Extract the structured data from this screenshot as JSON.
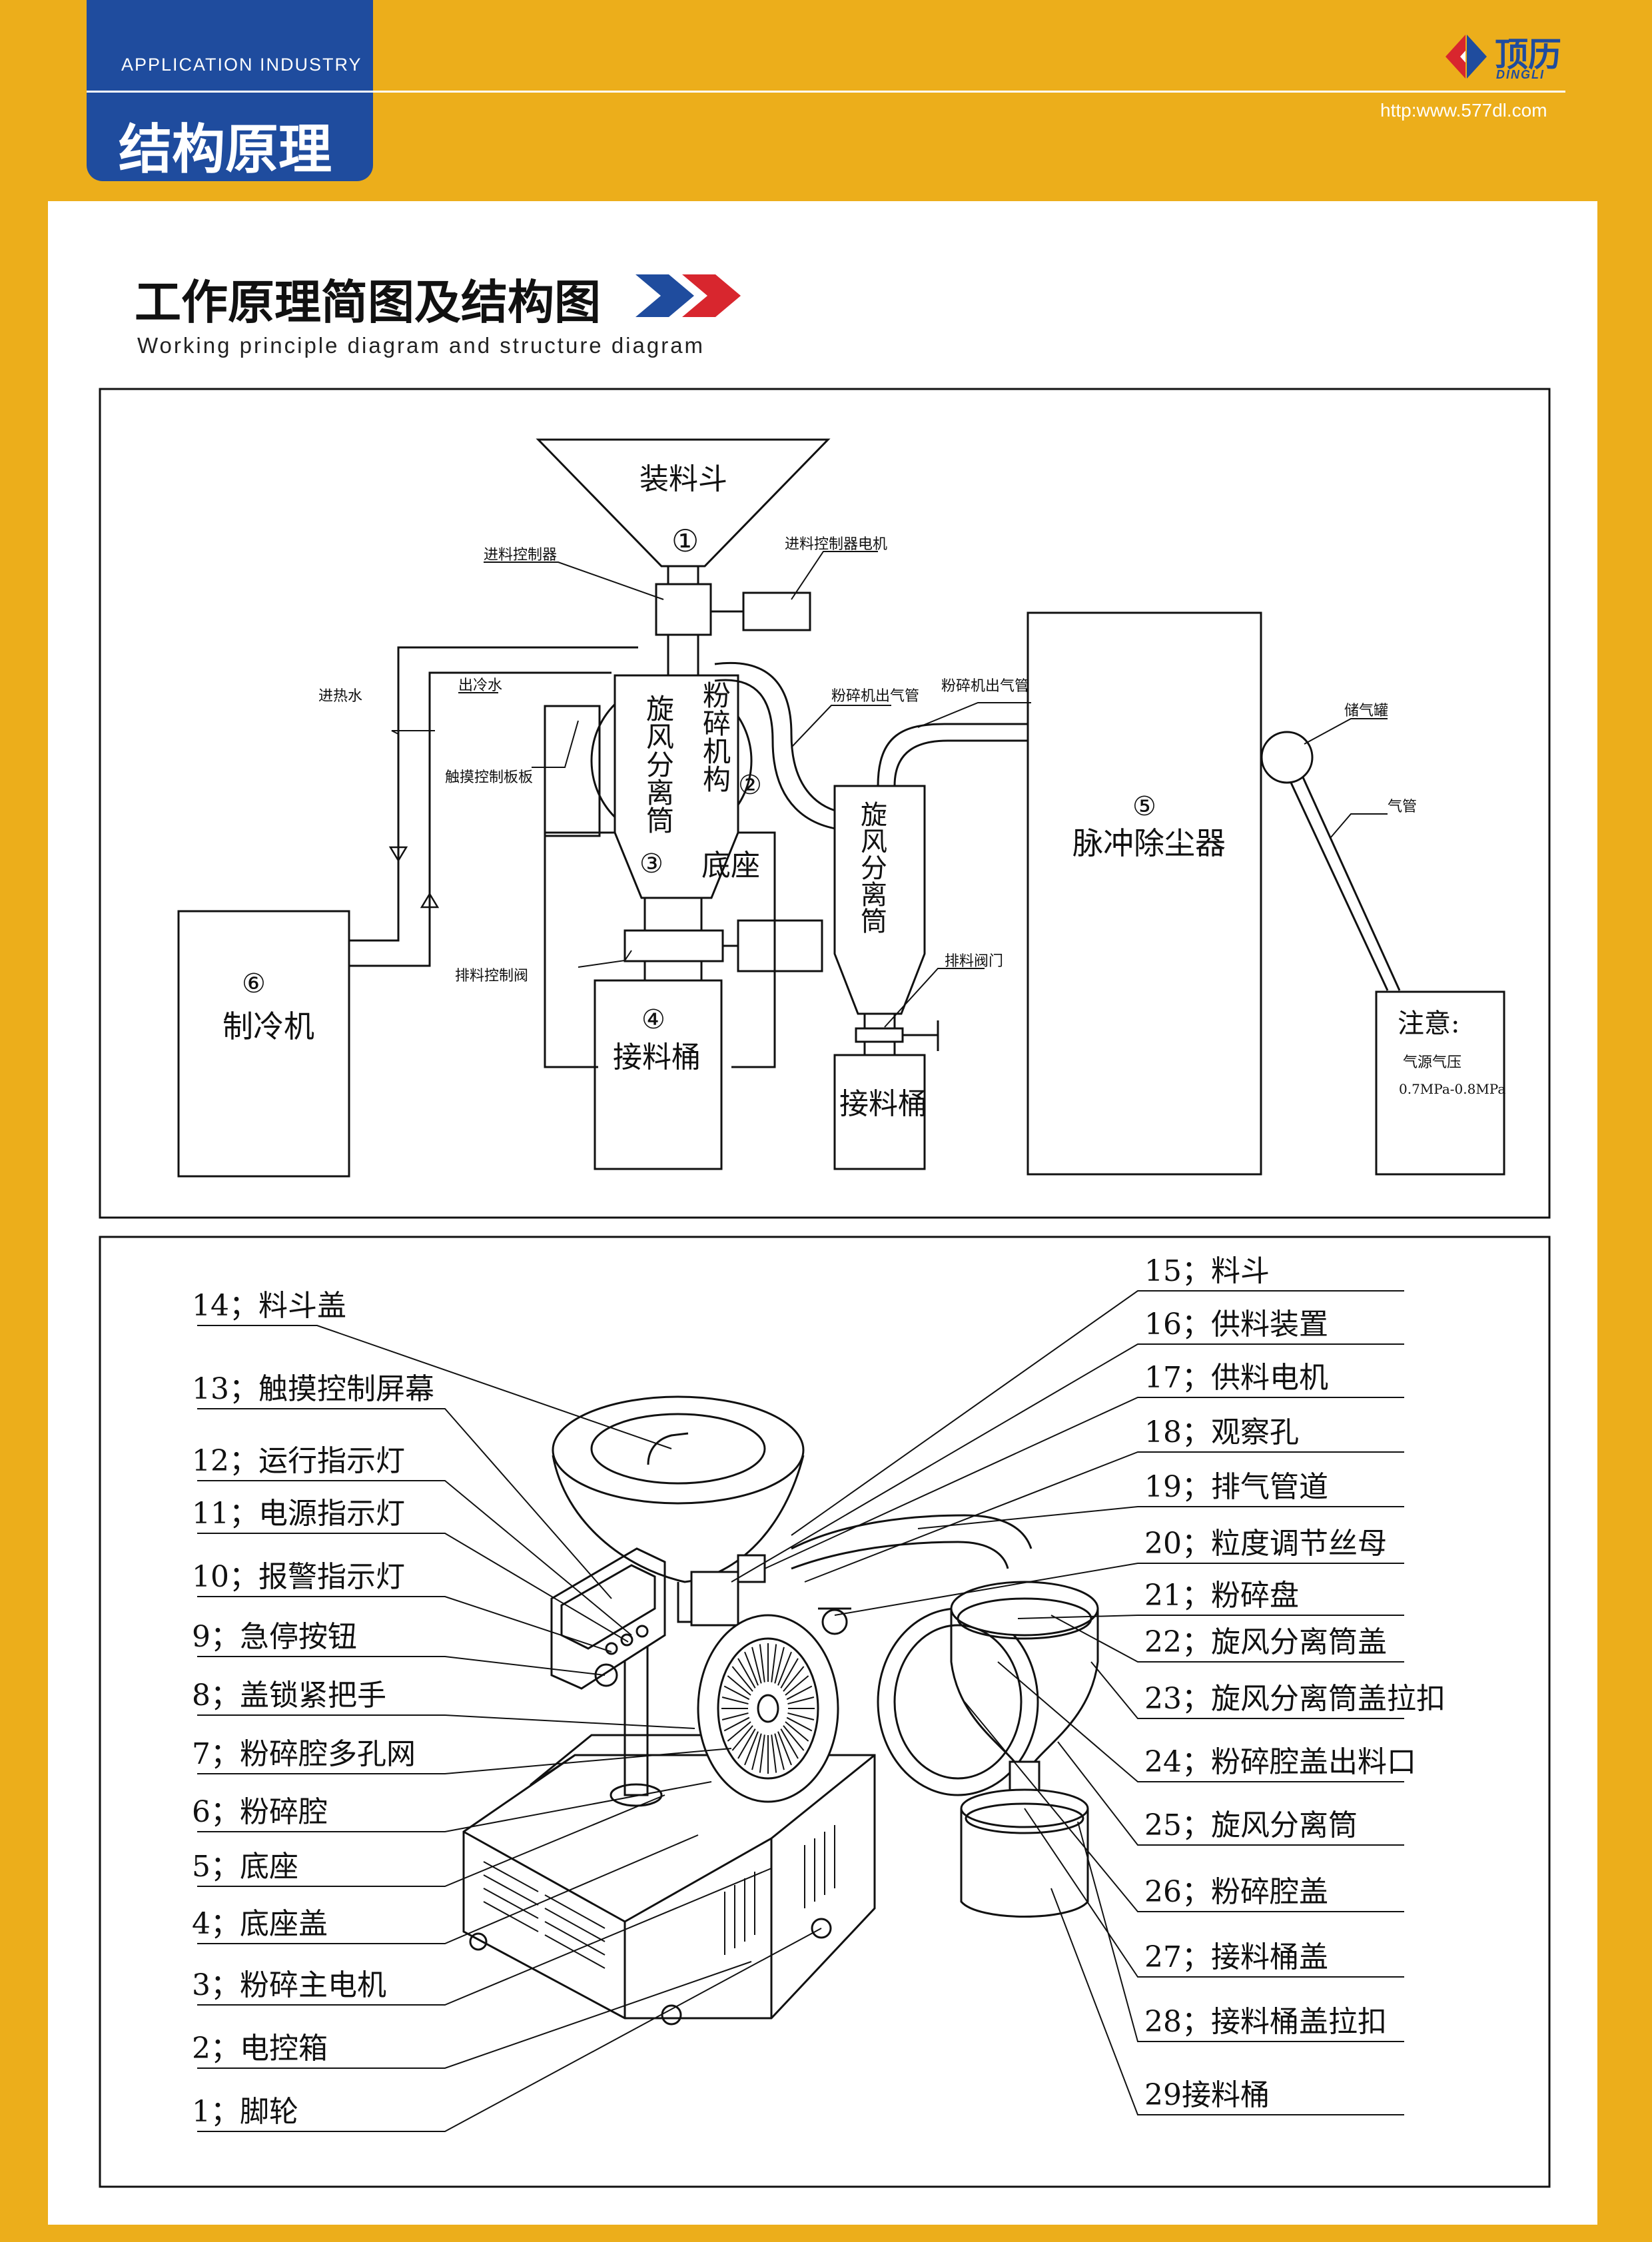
{
  "header": {
    "category": "APPLICATION INDUSTRY",
    "title": "结构原理",
    "logo_cn": "顶历",
    "logo_en": "DINGLI",
    "url": "http:www.577dl.com"
  },
  "section": {
    "title": "工作原理简图及结构图",
    "subtitle": "Working principle diagram and structure diagram"
  },
  "principle": {
    "hopper": "装料斗",
    "n1": "①",
    "feed_controller": "进料控制器",
    "feed_motor": "进料控制器电机",
    "crusher": "粉碎机构",
    "n2": "②",
    "cyclone": "旋风分离筒",
    "n3": "③",
    "base": "底座",
    "touch_panel": "触摸控制板板",
    "hot_in": "进热水",
    "cold_out": "出冷水",
    "discharge_valve": "排料控制阀",
    "n4": "④",
    "bin": "接料桶",
    "n6": "⑥",
    "chiller": "制冷机",
    "outlet_pipe_1": "粉碎机出气管",
    "outlet_pipe_2": "粉碎机出气管",
    "cyclone2": "旋风分离筒",
    "discharge_gate": "排料阀门",
    "bin2": "接料桶",
    "n5": "⑤",
    "dust": "脉冲除尘器",
    "tank": "储气罐",
    "pipe": "气管",
    "note_title": "注意:",
    "note_l1": "气源气压",
    "note_l2": "0.7MPa-0.8MPa"
  },
  "parts_left": [
    "14；料斗盖",
    "13；触摸控制屏幕",
    "12；运行指示灯",
    "11；电源指示灯",
    "10；报警指示灯",
    "9；急停按钮",
    "8；盖锁紧把手",
    "7；粉碎腔多孔网",
    "6；粉碎腔",
    "5；底座",
    "4；底座盖",
    "3；粉碎主电机",
    "2；电控箱",
    "1；脚轮"
  ],
  "parts_right": [
    "15；料斗",
    "16；供料装置",
    "17；供料电机",
    "18；观察孔",
    "19；排气管道",
    "20；粒度调节丝母",
    "21；粉碎盘",
    "22；旋风分离筒盖",
    "23；旋风分离筒盖拉扣",
    "24；粉碎腔盖出料口",
    "25；旋风分离筒",
    "26；粉碎腔盖",
    "27；接料桶盖",
    "28；接料桶盖拉扣",
    "29接料桶"
  ],
  "colors": {
    "accent": "#ecae1b",
    "brand": "#1f4c9e",
    "arrow_red": "#d8262e"
  }
}
